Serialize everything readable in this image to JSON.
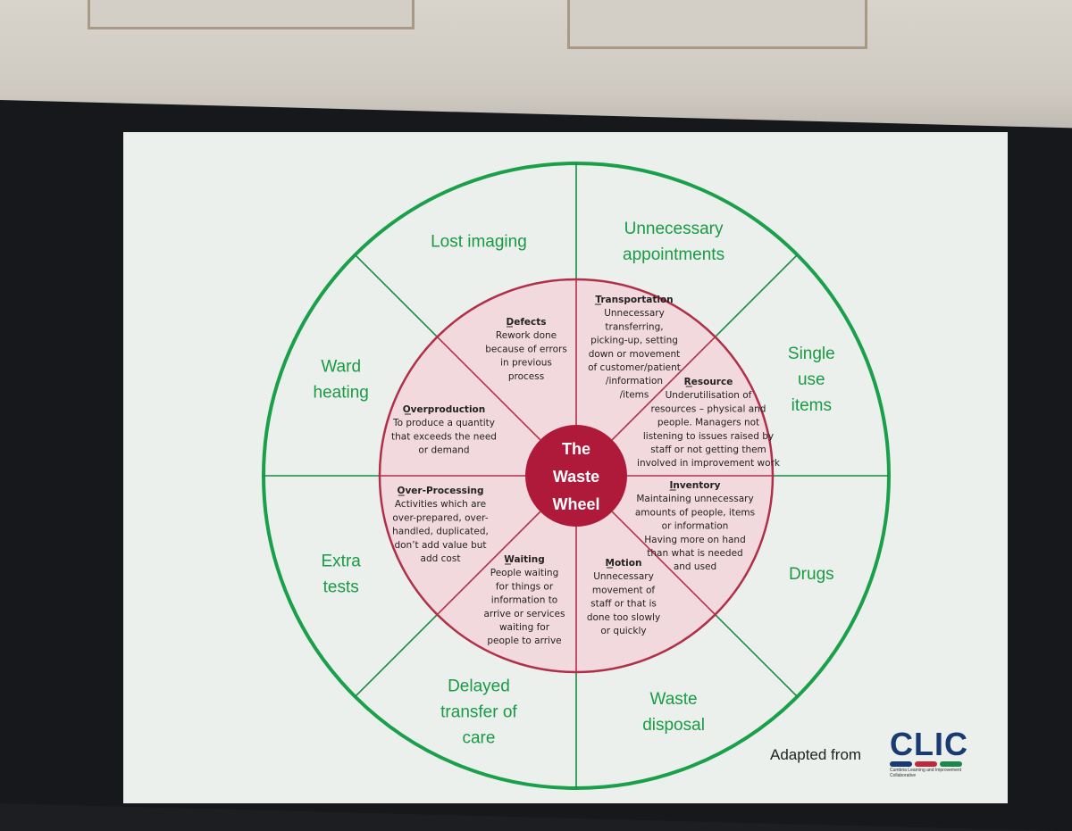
{
  "diagram": {
    "hub": {
      "lines": [
        "The",
        "Waste",
        "Wheel"
      ]
    },
    "outer_segments": [
      {
        "id": "lost-imaging",
        "lines": [
          "Lost imaging"
        ]
      },
      {
        "id": "unnecessary-appointments",
        "lines": [
          "Unnecessary",
          "appointments"
        ]
      },
      {
        "id": "single-use-items",
        "lines": [
          "Single",
          "use",
          "items"
        ]
      },
      {
        "id": "drugs",
        "lines": [
          "Drugs"
        ]
      },
      {
        "id": "waste-disposal",
        "lines": [
          "Waste",
          "disposal"
        ]
      },
      {
        "id": "delayed-transfer-of-care",
        "lines": [
          "Delayed",
          "transfer of",
          "care"
        ]
      },
      {
        "id": "extra-tests",
        "lines": [
          "Extra",
          "tests"
        ]
      },
      {
        "id": "ward-heating",
        "lines": [
          "Ward",
          "heating"
        ]
      }
    ],
    "inner_segments": [
      {
        "id": "defects",
        "title": "Defects",
        "lines": [
          "Rework done",
          "because of errors",
          "in previous",
          "process"
        ]
      },
      {
        "id": "transportation",
        "title": "Transportation",
        "lines": [
          "Unnecessary",
          "transferring,",
          "picking-up, setting",
          "down or movement",
          "of customer/patient",
          "/information",
          "/items"
        ]
      },
      {
        "id": "resource",
        "title": "Resource",
        "lines": [
          "Underutilisation of",
          "resources – physical and",
          "people. Managers not",
          "listening to issues raised by",
          "staff or not getting them",
          "involved in improvement work"
        ]
      },
      {
        "id": "inventory",
        "title": "Inventory",
        "lines": [
          "Maintaining unnecessary",
          "amounts  of people, items",
          "or information",
          "Having more on hand",
          "than what is needed",
          "and used"
        ]
      },
      {
        "id": "motion",
        "title": "Motion",
        "lines": [
          "Unnecessary",
          "movement of",
          "staff or that is",
          "done too slowly",
          "or quickly"
        ]
      },
      {
        "id": "waiting",
        "title": "Waiting",
        "lines": [
          "People waiting",
          "for things or",
          "information to",
          "arrive or services",
          "waiting for",
          "people to arrive"
        ]
      },
      {
        "id": "over-processing",
        "title": "Over-Processing",
        "lines": [
          "Activities which are",
          "over-prepared, over-",
          "handled, duplicated,",
          "don’t add value but",
          "add cost"
        ]
      },
      {
        "id": "overproduction",
        "title": "Overproduction",
        "lines": [
          "To produce a quantity",
          "that exceeds the need",
          "or demand"
        ]
      }
    ]
  },
  "credit": {
    "text": "Adapted from",
    "logo_letters": "CLIC",
    "logo_tagline": "Cumbria Learning and Improvement Collaborative",
    "logo_bar_colors": [
      "#1a3a72",
      "#c0283c",
      "#1a8a4a"
    ]
  },
  "colors": {
    "outer_ring": "#1aa04a",
    "outer_divider": "#1a8a45",
    "inner_fill": "#f2d9de",
    "inner_stroke": "#b03048",
    "hub_fill": "#b01a3a",
    "outer_text": "#1a9a45"
  }
}
